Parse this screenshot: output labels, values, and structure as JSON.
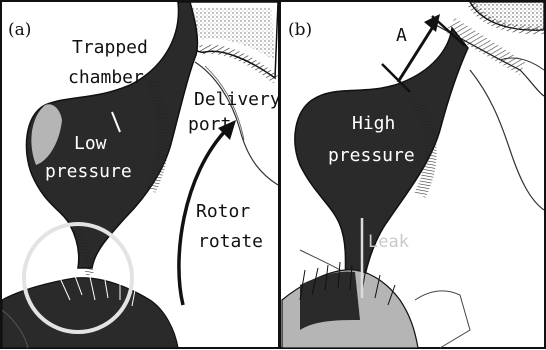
{
  "panel_a": {
    "tag": "(a)",
    "trapped_line1": "Trapped",
    "trapped_line2": "chamber",
    "low_line1": "Low",
    "low_line2": "pressure",
    "delivery_line1": "Delivery",
    "delivery_line2": "port",
    "rotor_line1": "Rotor",
    "rotor_line2": "rotate"
  },
  "panel_b": {
    "tag": "(b)",
    "marker": "A",
    "high_line1": "High",
    "high_line2": "pressure",
    "leak": "Leak"
  },
  "colors": {
    "chamber_fill": "#2a2a2a",
    "light_region": "#b5b5b5",
    "circle_stroke": "#e3e3e3"
  }
}
